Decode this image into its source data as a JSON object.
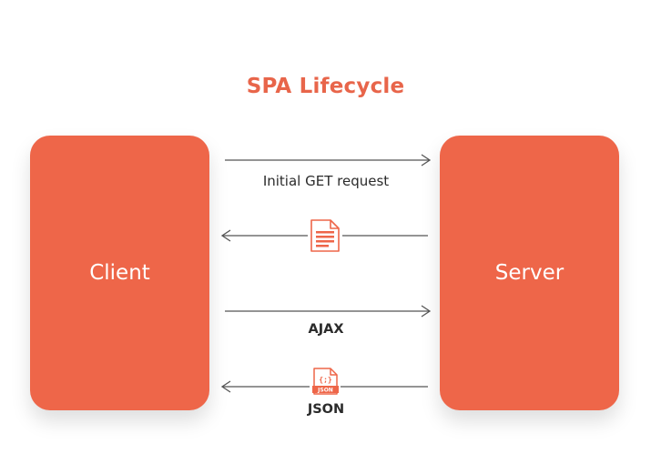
{
  "title": "SPA Lifecycle",
  "nodes": {
    "client": "Client",
    "server": "Server"
  },
  "flows": [
    {
      "label": "Initial GET request",
      "direction": "client-to-server"
    },
    {
      "label": "",
      "direction": "server-to-client",
      "icon": "html-file-icon"
    },
    {
      "label": "AJAX",
      "direction": "client-to-server"
    },
    {
      "label": "JSON",
      "direction": "server-to-client",
      "icon": "json-file-icon",
      "icon_text": "JSON"
    }
  ],
  "colors": {
    "accent": "#ee6649",
    "arrow": "#555555"
  }
}
